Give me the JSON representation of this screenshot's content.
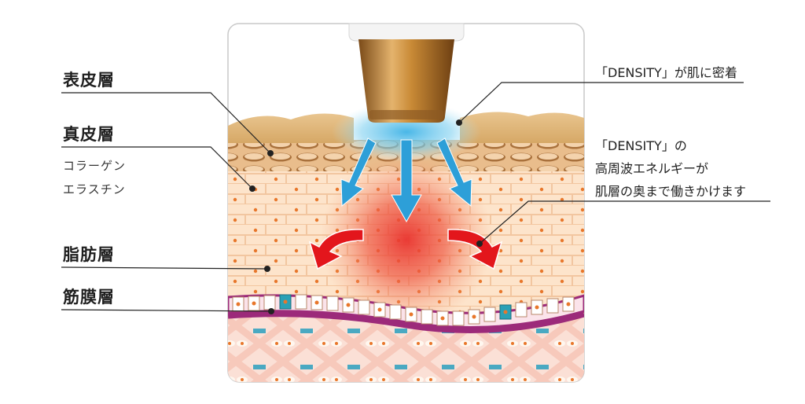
{
  "left_labels": {
    "epidermis": "表皮層",
    "dermis": "真皮層",
    "collagen": "コラーゲン",
    "elastin": "エラスチン",
    "fat": "脂肪層",
    "fascia": "筋膜層"
  },
  "right_labels": {
    "note1": "「DENSITY」が肌に密着",
    "note2_line1": "「DENSITY」の",
    "note2_line2": "高周波エネルギーが",
    "note2_line3": "肌層の奥まで働きかけます"
  },
  "colors": {
    "skin_light": "#fde2c6",
    "brick_line": "#f3c9a3",
    "dot": "#e8772b",
    "heat_red": "#e9322d",
    "energy_blue": "#2d9fd8",
    "gold": "#c98a36",
    "fascia_purple": "#9c2a7a",
    "fascia_teal": "#2aa1b6",
    "arrow_red": "#e3161c"
  },
  "icons": [
    "down-arrow-icon",
    "curved-arrow-icon"
  ]
}
